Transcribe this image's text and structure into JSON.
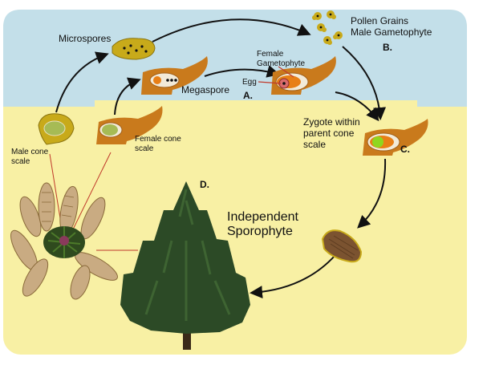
{
  "labels": {
    "microspores": "Microspores",
    "pollen": "Pollen Grains\nMale Gametophyte",
    "b": "B.",
    "female_gametophyte": "Female\nGametophyte",
    "egg": "Egg",
    "megaspore": "Megaspore",
    "a": "A.",
    "zygote": "Zygote within\nparent cone\nscale",
    "c": "C.",
    "male_cone_scale": "Male cone\nscale",
    "female_cone_scale": "Female cone\nscale",
    "d": "D.",
    "sporophyte": "Independent\nSporophyte"
  },
  "colors": {
    "sky": "#c3dfe9",
    "sand": "#f8f0a4",
    "scale": "#c97a1c",
    "spore_sac": "#c8aa1a",
    "zygote": "#8fd61f",
    "tree": "#2c4a26",
    "pointer": "#c0392b"
  }
}
